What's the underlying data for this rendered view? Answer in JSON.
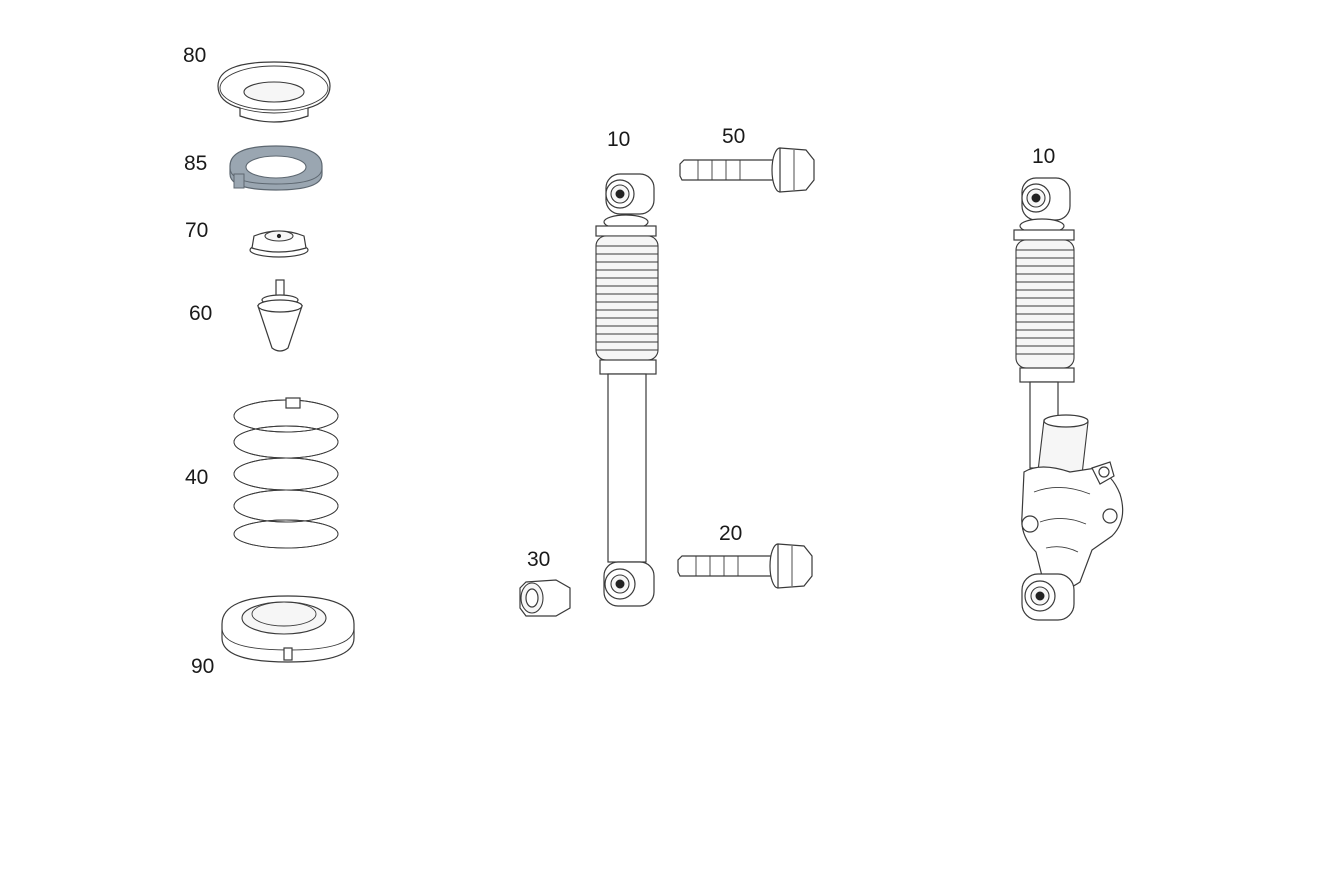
{
  "diagram": {
    "callouts": {
      "c80": "80",
      "c85": "85",
      "c70": "70",
      "c60": "60",
      "c40": "40",
      "c90": "90",
      "c10a": "10",
      "c50": "50",
      "c30": "30",
      "c20": "20",
      "c10b": "10"
    },
    "parts": [
      {
        "id": "80",
        "name": "top-mount-cup-80"
      },
      {
        "id": "85",
        "name": "spring-seat-ring-85"
      },
      {
        "id": "70",
        "name": "dust-cap-70"
      },
      {
        "id": "60",
        "name": "bump-stop-60"
      },
      {
        "id": "40",
        "name": "coil-spring-40"
      },
      {
        "id": "90",
        "name": "lower-spring-seat-90"
      },
      {
        "id": "10",
        "name": "shock-absorber-10"
      },
      {
        "id": "50",
        "name": "upper-bolt-50"
      },
      {
        "id": "30",
        "name": "hex-nut-30"
      },
      {
        "id": "20",
        "name": "lower-bolt-20"
      }
    ],
    "colors": {
      "line": "#3a3a3a",
      "highlight_part": "#9aa6b1",
      "background": "#ffffff"
    }
  }
}
